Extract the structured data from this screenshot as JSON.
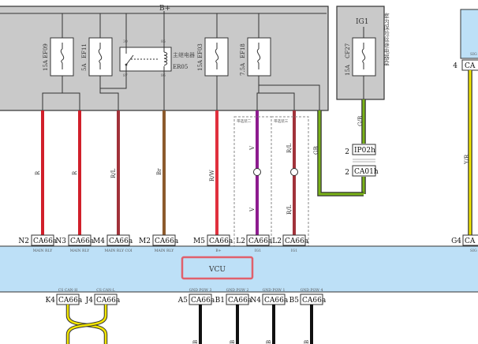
{
  "colors": {
    "fuse_box": "#c9c9c9",
    "vcu_box": "#bde0f7",
    "red": "#d11f2a",
    "red_light": "#e0303d",
    "maroon": "#a1323a",
    "brown": "#8c5a2d",
    "purple": "#8d1b8f",
    "green": "#7ab317",
    "yellow": "#f2e500",
    "vcu_highlight": "#e0606c"
  },
  "top_bus": {
    "label": "B+"
  },
  "fuses": [
    {
      "id": "EF09",
      "rating": "15A"
    },
    {
      "id": "EF11",
      "rating": "5A"
    },
    {
      "id": "EF03",
      "rating": "15A"
    },
    {
      "id": "EF18",
      "rating": "7.5A"
    }
  ],
  "relay": {
    "id": "ER05",
    "name_cn": "主继电器",
    "pins": {
      "p30": "30",
      "p85": "85",
      "p87": "87",
      "p86": "86"
    }
  },
  "ig1_box": {
    "label": "IG1",
    "fuse_id": "CF27",
    "fuse_rating": "15A",
    "caption_cn": "室内保险丝继电器盒"
  },
  "wires": [
    {
      "color_code": "R",
      "pin": "N2",
      "connector": "CA66a",
      "signal": "MAIN RLY"
    },
    {
      "color_code": "R",
      "pin": "N3",
      "connector": "CA66a",
      "signal": "MAIN RLY"
    },
    {
      "color_code": "R/L",
      "pin": "M4",
      "connector": "CA66a",
      "signal": "MAIN RLY COI"
    },
    {
      "color_code": "Br",
      "pin": "M2",
      "connector": "CA66a",
      "signal": "MAIN RLY"
    },
    {
      "color_code": "R/W",
      "pin": "M5",
      "connector": "CA66a",
      "signal": "B+"
    },
    {
      "color_code": "V",
      "color_code_2": "V",
      "pin": "L2",
      "connector": "CA66a",
      "signal": "IG1",
      "option_label": "带选装二"
    },
    {
      "color_code": "R/L",
      "color_code_2": "R/L",
      "pin": "L2",
      "connector": "CA66a",
      "signal": "IG1",
      "option_label": "带选装三"
    }
  ],
  "gb_wire": {
    "color_code": "G/B",
    "color_code_lower": "GB",
    "conn1_pin": "2",
    "conn1": "IP02h",
    "conn2_pin": "2",
    "conn2": "CA01h"
  },
  "right_wire": {
    "color_code": "Y/R",
    "top_pin": "4",
    "top_conn": "CA",
    "top_signal": "SIG",
    "bottom_pin": "G4",
    "bottom_conn": "CA",
    "bottom_signal": "SIG"
  },
  "vcu": {
    "label": "VCU"
  },
  "bottom_pins": [
    {
      "pin": "K4",
      "connector": "CA66a",
      "signal": "CS CAN-H"
    },
    {
      "pin": "J4",
      "connector": "CA66a",
      "signal": "CS CAN-L"
    },
    {
      "pin": "A5",
      "connector": "CA66a",
      "signal": "GND POW 3"
    },
    {
      "pin": "B1",
      "connector": "CA66a",
      "signal": "GND POW 2"
    },
    {
      "pin": "N4",
      "connector": "CA66a",
      "signal": "GND POW 1"
    },
    {
      "pin": "B5",
      "connector": "CA66a",
      "signal": "GND POW 4"
    }
  ],
  "ground_code": "B"
}
